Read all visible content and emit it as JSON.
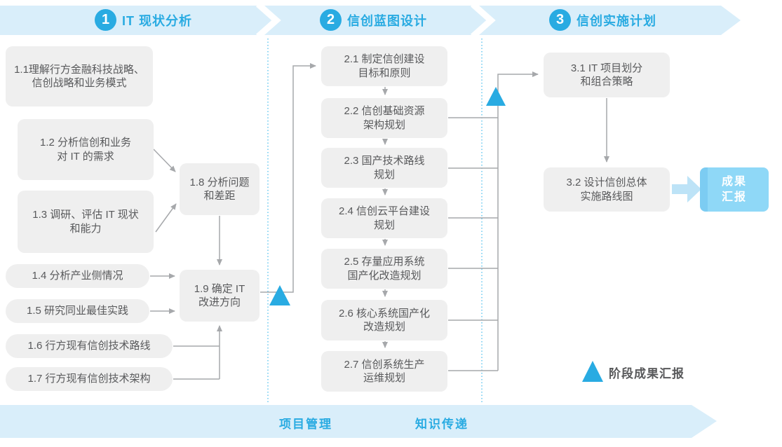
{
  "colors": {
    "accent_blue": "#29ABE2",
    "band_blue": "#D9EEFA",
    "box_fill": "#EFEFEF",
    "box_text": "#58595B",
    "connector_gray": "#A6A8AB",
    "result_fill": "#8FD8F7",
    "result_arrow_fill": "#BDE3F7",
    "dotted_line_blue": "#4FC0ED"
  },
  "phases": [
    {
      "number": "1",
      "title": "IT 现状分析"
    },
    {
      "number": "2",
      "title": "信创蓝图设计"
    },
    {
      "number": "3",
      "title": "信创实施计划"
    }
  ],
  "stage1": [
    {
      "id": "1.1",
      "label": "1.1理解行方金融科技战略、\n信创战略和业务模式"
    },
    {
      "id": "1.2",
      "label": "1.2 分析信创和业务\n对 IT 的需求"
    },
    {
      "id": "1.3",
      "label": "1.3 调研、评估 IT 现状\n和能力"
    },
    {
      "id": "1.4",
      "label": "1.4 分析产业侧情况"
    },
    {
      "id": "1.5",
      "label": "1.5 研究同业最佳实践"
    },
    {
      "id": "1.6",
      "label": "1.6 行方现有信创技术路线"
    },
    {
      "id": "1.7",
      "label": "1.7 行方现有信创技术架构"
    },
    {
      "id": "1.8",
      "label": "1.8 分析问题\n和差距"
    },
    {
      "id": "1.9",
      "label": "1.9 确定 IT\n改进方向"
    }
  ],
  "stage2": [
    {
      "id": "2.1",
      "label": "2.1 制定信创建设\n目标和原则"
    },
    {
      "id": "2.2",
      "label": "2.2 信创基础资源\n架构规划"
    },
    {
      "id": "2.3",
      "label": "2.3 国产技术路线\n规划"
    },
    {
      "id": "2.4",
      "label": "2.4 信创云平台建设\n规划"
    },
    {
      "id": "2.5",
      "label": "2.5 存量应用系统\n国产化改造规划"
    },
    {
      "id": "2.6",
      "label": "2.6 核心系统国产化\n改造规划"
    },
    {
      "id": "2.7",
      "label": "2.7 信创系统生产\n运维规划"
    }
  ],
  "stage3": [
    {
      "id": "3.1",
      "label": "3.1 IT 项目划分\n和组合策略"
    },
    {
      "id": "3.2",
      "label": "3.2 设计信创总体\n实施路线图"
    }
  ],
  "result_box": {
    "label": "成果\n汇报"
  },
  "legend": {
    "label": "阶段成果汇报"
  },
  "bottom_band": {
    "left_label": "项目管理",
    "right_label": "知识传递"
  },
  "icons": {
    "milestone": "triangle-up",
    "phase_separator": "chevron-right",
    "band_tip": "arrow-right",
    "result_arrow": "fat-arrow-right"
  }
}
